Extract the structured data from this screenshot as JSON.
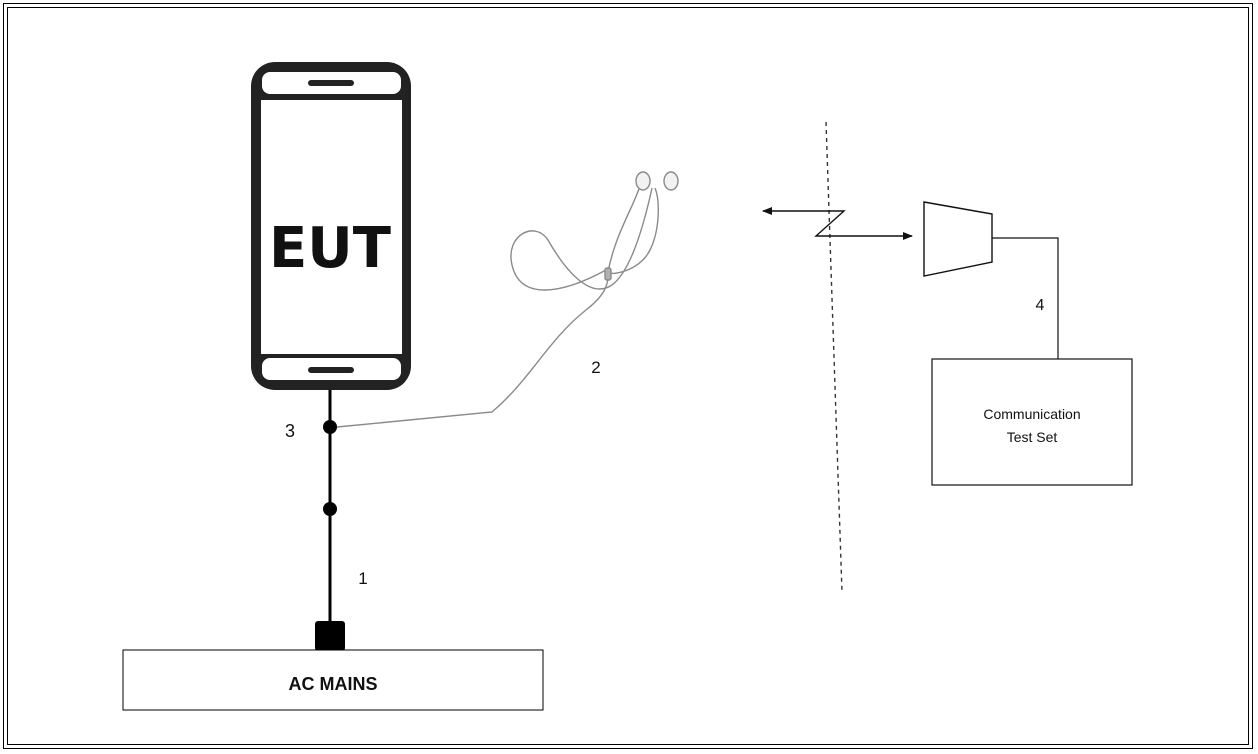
{
  "device": {
    "label": "EUT"
  },
  "connections": {
    "cable_1": "1",
    "cable_2": "2",
    "cable_3": "3",
    "cable_4": "4"
  },
  "equipment": {
    "ac_mains": "AC MAINS",
    "test_set_line1": "Communication",
    "test_set_line2": "Test Set"
  }
}
